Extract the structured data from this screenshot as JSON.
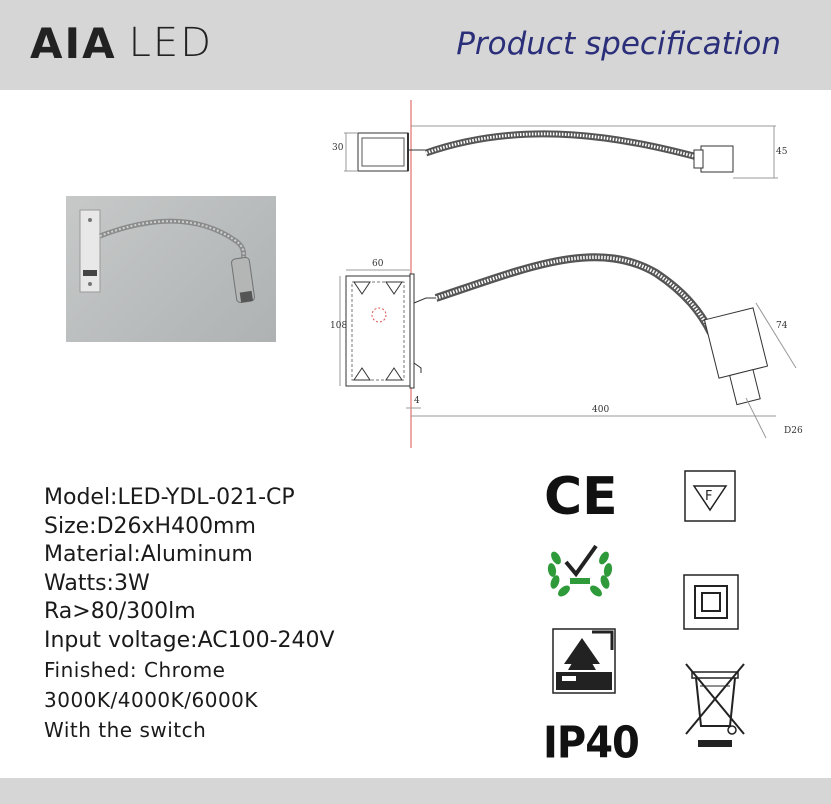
{
  "header": {
    "logo_mark": "AIA",
    "logo_text": "LED",
    "title": "Product specification"
  },
  "drawing": {
    "dim_top_height": "30",
    "dim_top_head": "45",
    "dim_box_width": "60",
    "dim_box_height": "108",
    "dim_head_length": "74",
    "dim_offset": "4",
    "dim_length": "400",
    "dim_diameter": "D26"
  },
  "specs": {
    "model": "Model:LED-YDL-021-CP",
    "size": "Size:D26xH400mm",
    "material": "Material:Aluminum",
    "watts": "Watts:3W",
    "ra": "Ra>80/300lm",
    "voltage": "Input voltage:AC100-240V",
    "finish": "Finished: Chrome",
    "cct": "3000K/4000K/6000K",
    "switch": "With the switch"
  },
  "certifications": {
    "ce": "CE",
    "f_mark": "F",
    "ip_rating": "IP40"
  },
  "icons": [
    "ce-mark-icon",
    "f-mark-icon",
    "rohs-icon",
    "double-insulation-icon",
    "furniture-mount-icon",
    "weee-bin-icon"
  ]
}
